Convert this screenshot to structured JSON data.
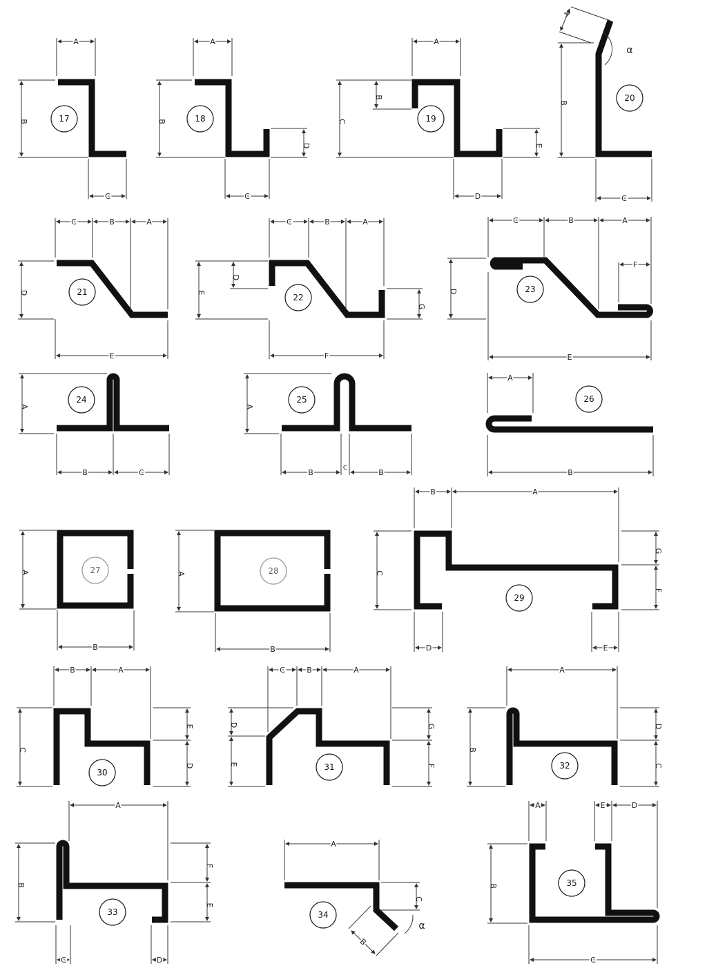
{
  "diagram": {
    "profiles": [
      {
        "id": "17",
        "labels": [
          "A",
          "B",
          "C"
        ]
      },
      {
        "id": "18",
        "labels": [
          "A",
          "B",
          "C",
          "D"
        ]
      },
      {
        "id": "19",
        "labels": [
          "A",
          "B",
          "C",
          "D",
          "E"
        ]
      },
      {
        "id": "20",
        "labels": [
          "A",
          "B",
          "C",
          "α"
        ]
      },
      {
        "id": "21",
        "labels": [
          "C",
          "B",
          "A",
          "D",
          "E"
        ]
      },
      {
        "id": "22",
        "labels": [
          "C",
          "B",
          "A",
          "D",
          "E",
          "G",
          "F"
        ]
      },
      {
        "id": "23",
        "labels": [
          "C",
          "B",
          "A",
          "D",
          "F",
          "E"
        ]
      },
      {
        "id": "24",
        "labels": [
          "A",
          "B",
          "C"
        ]
      },
      {
        "id": "25",
        "labels": [
          "A",
          "B",
          "C",
          "B"
        ]
      },
      {
        "id": "26",
        "labels": [
          "A",
          "B"
        ]
      },
      {
        "id": "27",
        "labels": [
          "A",
          "B"
        ]
      },
      {
        "id": "28",
        "labels": [
          "A",
          "B"
        ]
      },
      {
        "id": "29",
        "labels": [
          "B",
          "A",
          "C",
          "G",
          "F",
          "D",
          "E"
        ]
      },
      {
        "id": "30",
        "labels": [
          "B",
          "A",
          "C",
          "E",
          "D"
        ]
      },
      {
        "id": "31",
        "labels": [
          "C",
          "B",
          "A",
          "D",
          "E",
          "G",
          "F"
        ]
      },
      {
        "id": "32",
        "labels": [
          "A",
          "B",
          "D",
          "C"
        ]
      },
      {
        "id": "33",
        "labels": [
          "A",
          "B",
          "F",
          "E",
          "C",
          "D"
        ]
      },
      {
        "id": "34",
        "labels": [
          "A",
          "C",
          "α",
          "B"
        ]
      },
      {
        "id": "35",
        "labels": [
          "A",
          "E",
          "D",
          "B",
          "C"
        ]
      }
    ]
  }
}
